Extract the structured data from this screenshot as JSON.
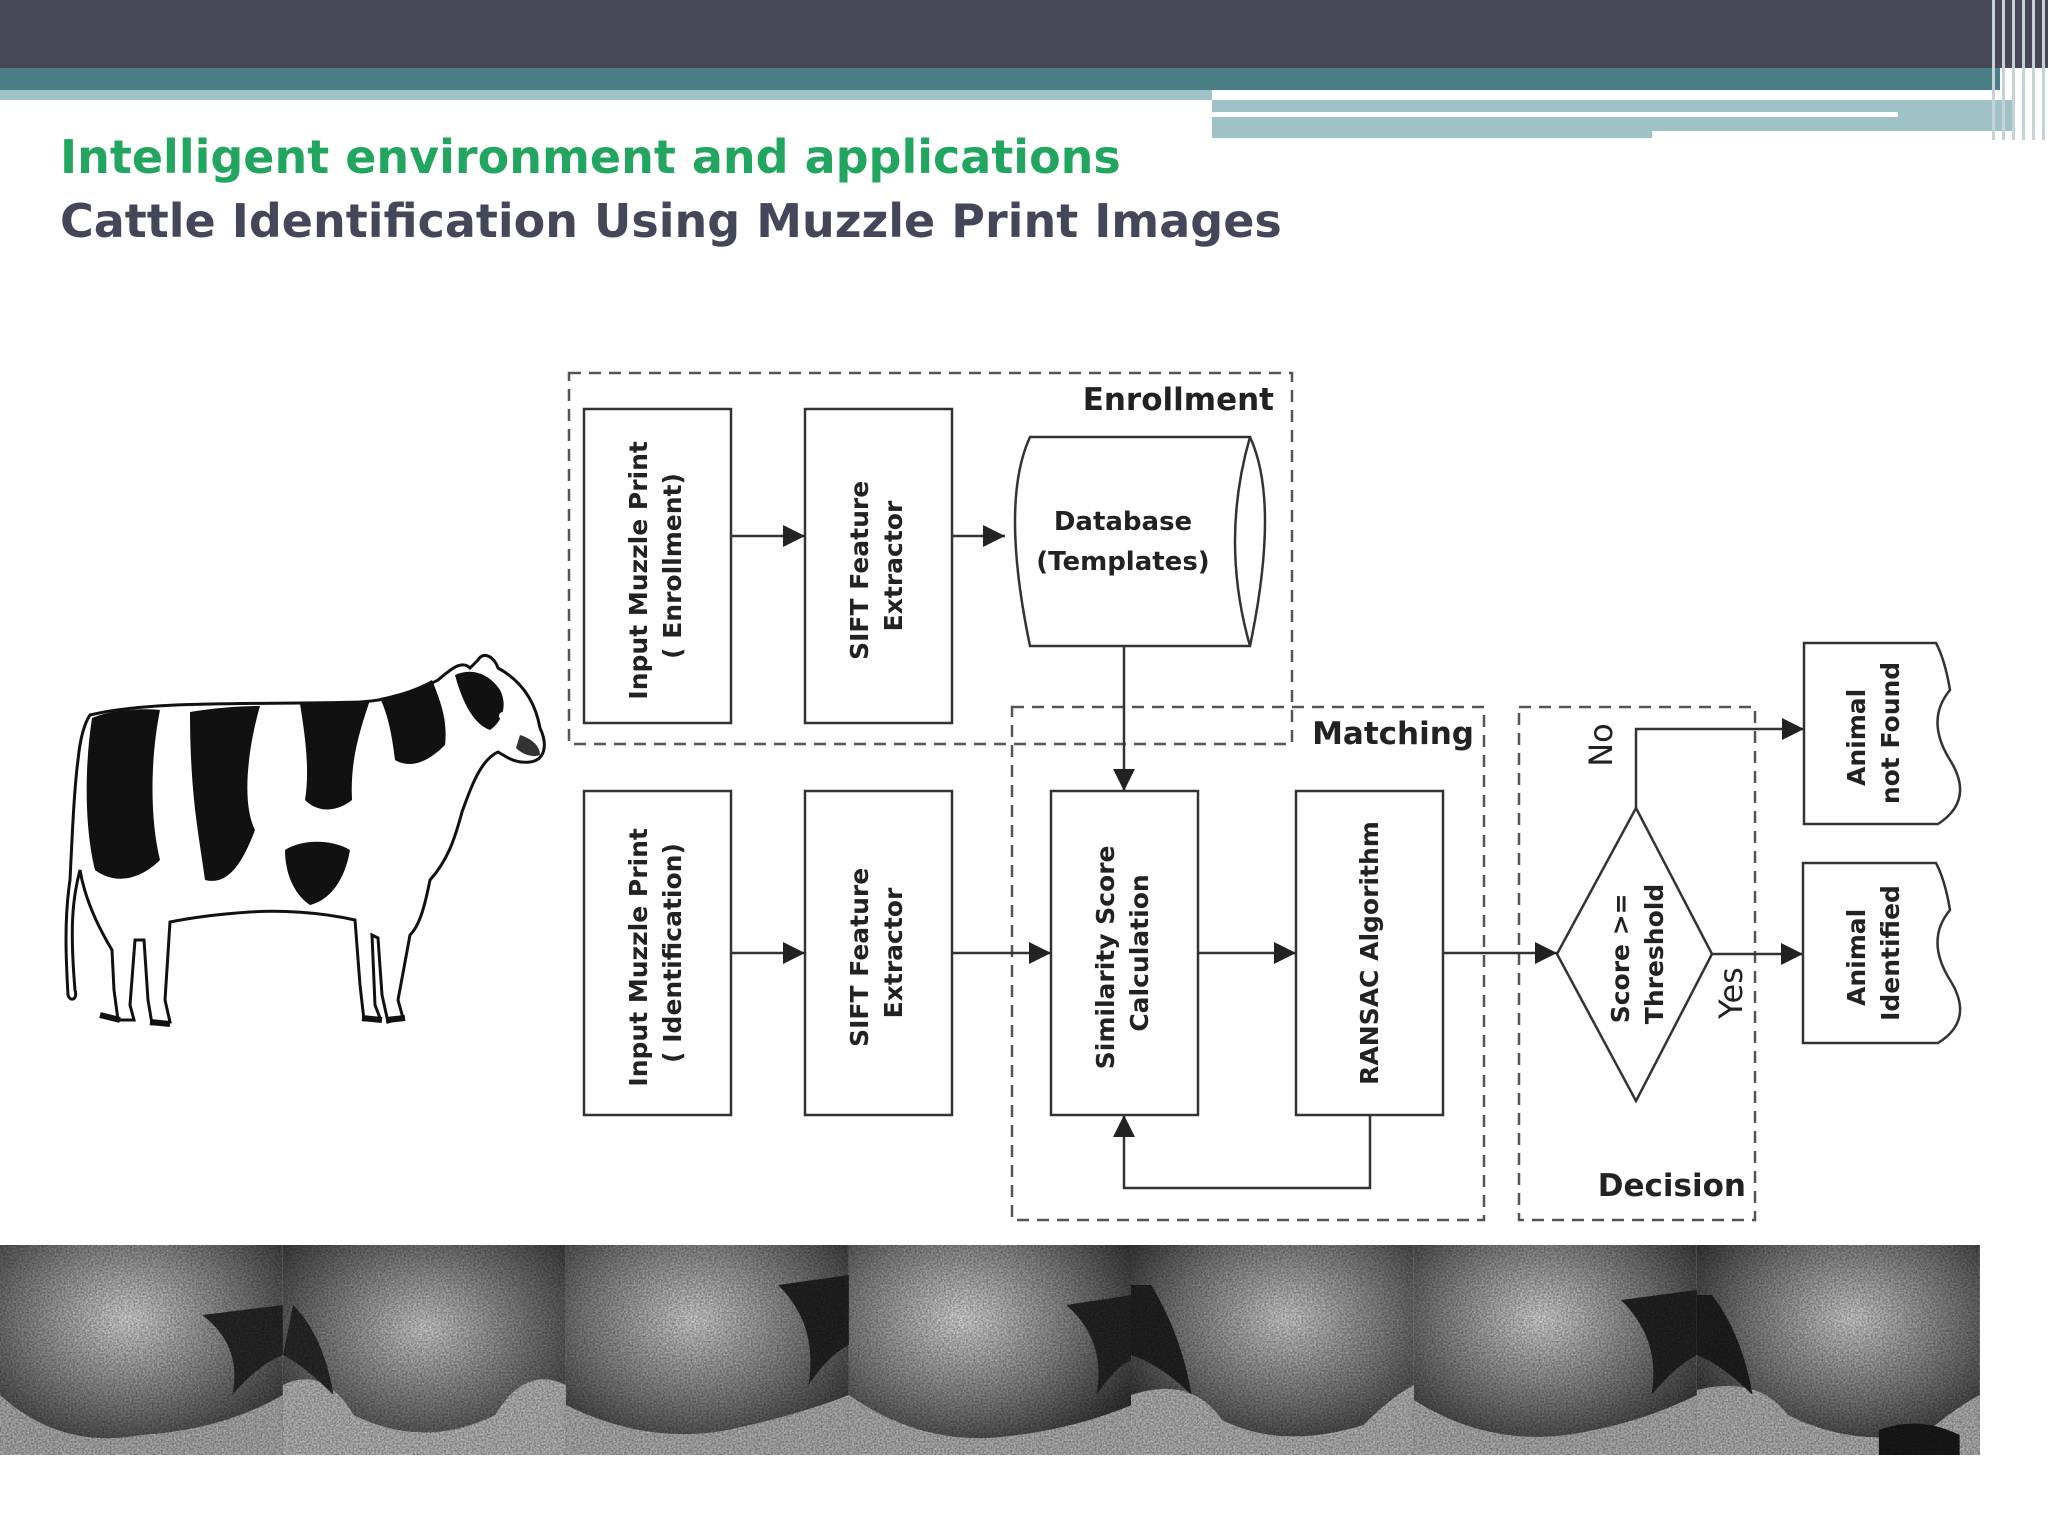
{
  "slide": {
    "title": "Intelligent environment and applications",
    "subtitle": "Cattle Identification Using Muzzle Print Images"
  },
  "theme": {
    "title_color": "#22a55f",
    "subtitle_color": "#44475a",
    "top_bar_color": "#474757",
    "band_color": "#4a7e86",
    "band_light_color": "#9fc2c6"
  },
  "diagram": {
    "groups": {
      "enrollment": "Enrollment",
      "matching": "Matching",
      "decision": "Decision"
    },
    "nodes": {
      "input_enrollment": [
        "Input Muzzle Print",
        "( Enrollment)"
      ],
      "sift_enrollment": [
        "SIFT Feature",
        "Extractor"
      ],
      "database": [
        "Database",
        "(Templates)"
      ],
      "input_identification": [
        "Input Muzzle Print",
        "( Identification)"
      ],
      "sift_identification": [
        "SIFT Feature",
        "Extractor"
      ],
      "similarity": [
        "Similarity Score",
        "Calculation"
      ],
      "ransac": [
        "RANSAC Algorithm"
      ],
      "threshold": [
        "Score >=",
        "Threshold"
      ],
      "not_found": [
        "Animal",
        "not Found"
      ],
      "identified": [
        "Animal",
        "Identified"
      ]
    },
    "edge_labels": {
      "no": "No",
      "yes": "Yes"
    }
  },
  "illustrations": {
    "animal": "cow-illustration",
    "muzzle_photos": [
      "muzzle-1",
      "muzzle-2",
      "muzzle-3",
      "muzzle-4",
      "muzzle-5",
      "muzzle-6",
      "muzzle-7"
    ]
  }
}
